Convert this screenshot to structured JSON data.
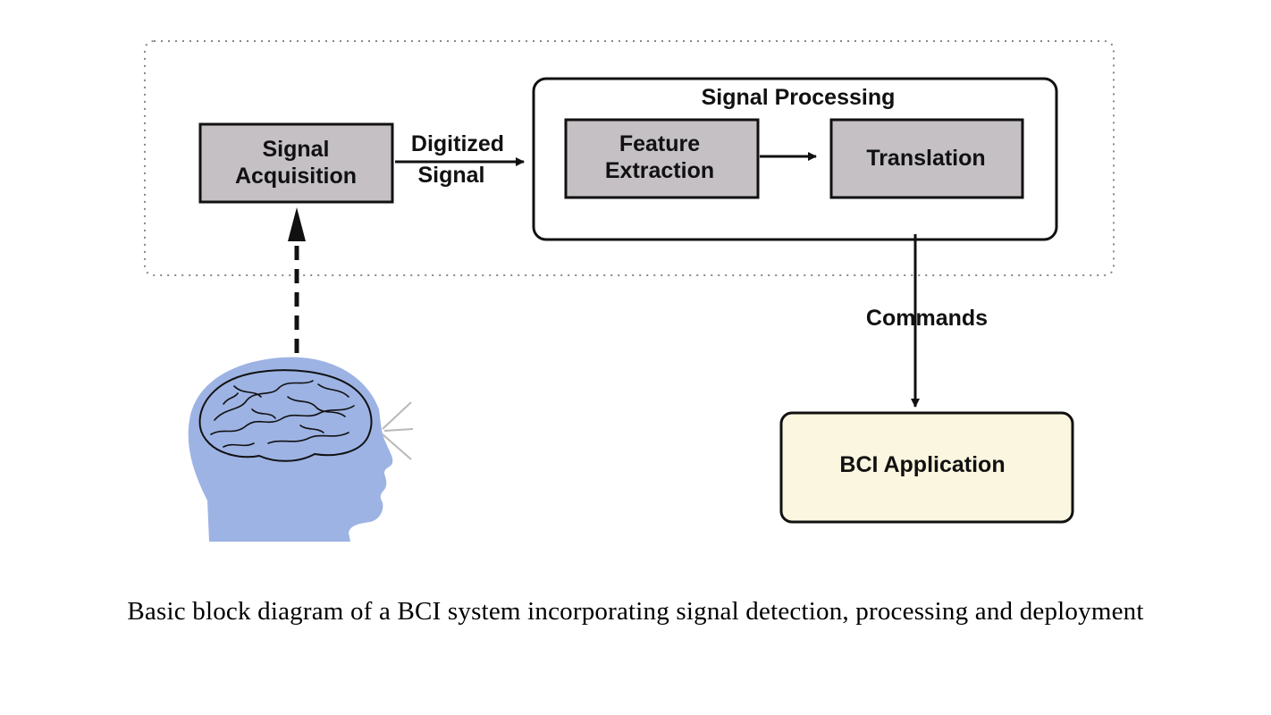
{
  "diagram": {
    "nodes": {
      "signal_acquisition": {
        "line1": "Signal",
        "line2": "Acquisition"
      },
      "signal_processing": {
        "title": "Signal Processing"
      },
      "feature_extraction": {
        "line1": "Feature",
        "line2": "Extraction"
      },
      "translation": {
        "label": "Translation"
      },
      "bci_application": {
        "label": "BCI Application"
      }
    },
    "edges": {
      "digitized_signal": {
        "line1": "Digitized",
        "line2": "Signal"
      },
      "commands": {
        "label": "Commands"
      }
    },
    "icons": {
      "head": "human-head-brain-icon"
    },
    "colors": {
      "box_fill": "#c4c0c4",
      "app_fill": "#fbf6df",
      "head_fill": "#9db3e4",
      "stroke": "#111111"
    }
  },
  "caption": "Basic block diagram of a BCI system incorporating signal detection, processing and deployment"
}
